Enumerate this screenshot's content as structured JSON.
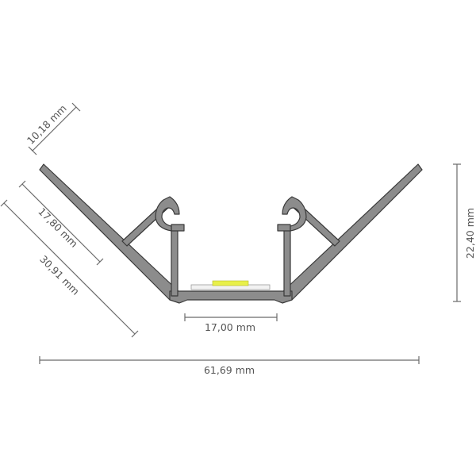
{
  "dimensions": {
    "top_leg": "10,18 mm",
    "mid_leg": "17,80 mm",
    "long_leg": "30,91 mm",
    "bottom_width": "17,00 mm",
    "total_width": "61,69 mm",
    "height": "22,40 mm"
  },
  "colors": {
    "profile_fill": "#8c8c8c",
    "profile_stroke": "#3a3a3a",
    "led_strip": "#e8f04a",
    "pcb": "#f2f2f2",
    "dimension_line": "#6a6a6a",
    "dimension_text": "#555555"
  }
}
